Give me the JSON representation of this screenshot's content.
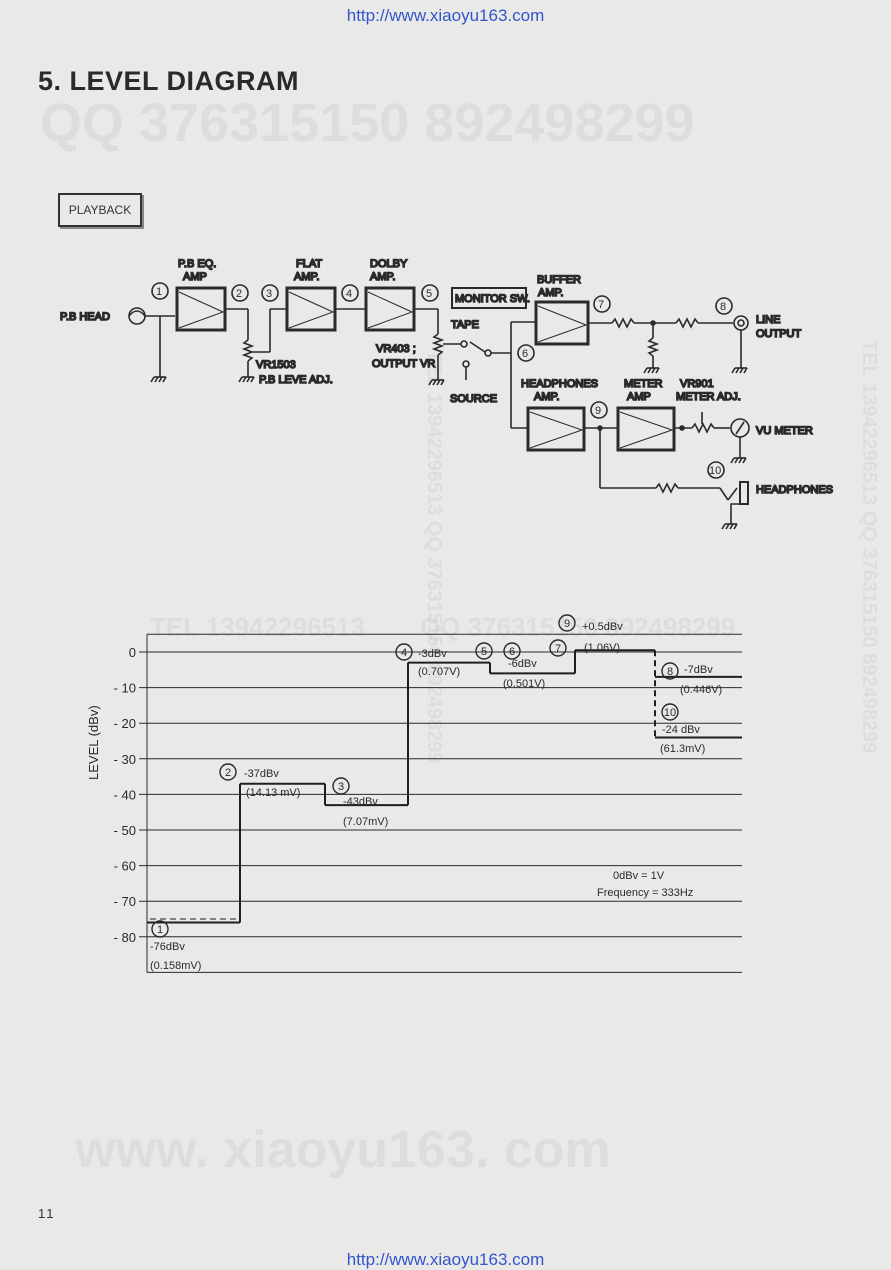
{
  "header": {
    "url_top": "http://www.xiaoyu163.com",
    "url_bottom": "http://www.xiaoyu163.com"
  },
  "title": "5. LEVEL  DIAGRAM",
  "watermarks": {
    "qq_top": "QQ 376315150    892498299",
    "tel_mid": "TEL 13942296513",
    "qq_mid": "QQ 376315150    892498299",
    "site": "www. xiaoyu163. com",
    "side_right": "TEL 13942296513  QQ 376315150  892498299",
    "side_left": "TEL 13942296513  QQ 376315150  892498299"
  },
  "mode_box": "PLAYBACK",
  "block_diagram": {
    "pb_head": "P.B HEAD",
    "pb_eq_amp": [
      "P.B EQ.",
      "AMP"
    ],
    "flat_amp": [
      "FLAT",
      "AMP."
    ],
    "dolby_amp": [
      "DOLBY",
      "AMP."
    ],
    "vr1503": "VR1503",
    "pb_level_adj": "P.B LEVE ADJ.",
    "vr403": "VR403 ;",
    "output_vr": "OUTPUT VR",
    "monitor_sw": "MONITOR SW.",
    "tape": "TAPE",
    "source": "SOURCE",
    "buffer_amp": [
      "BUFFER",
      "AMP."
    ],
    "line_output": [
      "LINE",
      "OUTPUT"
    ],
    "headphones_amp": [
      "HEADPHONES",
      "AMP."
    ],
    "meter_amp": [
      "METER",
      "AMP"
    ],
    "vr901": "VR901",
    "meter_adj": "METER ADJ.",
    "vu_meter": "VU METER",
    "headphones": "HEADPHONES",
    "points": [
      "1",
      "2",
      "3",
      "4",
      "5",
      "6",
      "7",
      "8",
      "9",
      "10"
    ]
  },
  "chart_data": {
    "type": "line",
    "ylabel": "LEVEL  (dBv)",
    "ylim": [
      -90,
      5
    ],
    "yticks": [
      0,
      -10,
      -20,
      -30,
      -40,
      -50,
      -60,
      -70,
      -80
    ],
    "ytick_labels": [
      "0",
      "- 10",
      "- 20",
      "- 30",
      "- 40",
      "- 50",
      "- 60",
      "- 70",
      "- 80"
    ],
    "grid": true,
    "steps": [
      {
        "point": "1",
        "level": -76,
        "label": "-76dBv",
        "voltage": "(0.158mV)"
      },
      {
        "point": "2",
        "level": -37,
        "label": "-37dBv",
        "voltage": "(14.13 mV)"
      },
      {
        "point": "3",
        "level": -43,
        "label": "-43dBv",
        "voltage": "(7.07mV)"
      },
      {
        "point": "4",
        "level": -3,
        "label": "-3dBv",
        "voltage": "(0.707V)"
      },
      {
        "point": "5",
        "level": -3,
        "label": "",
        "voltage": ""
      },
      {
        "point": "6",
        "level": -6,
        "label": "-6dBv",
        "voltage": "(0.501V)"
      },
      {
        "point": "7",
        "level": -6,
        "label": "",
        "voltage": ""
      },
      {
        "point": "9",
        "level": 0.5,
        "label": "+0.5dBv",
        "voltage": "(1.06V)"
      },
      {
        "point": "8",
        "level": -7,
        "label": "-7dBv",
        "voltage": "(0.446V)"
      },
      {
        "point": "10",
        "level": -24,
        "label": "-24 dBv",
        "voltage": "(61.3mV)"
      }
    ],
    "annotations": [
      "0dBv = 1V",
      "Frequency = 333Hz"
    ]
  },
  "footer": {
    "page_number": "11"
  }
}
